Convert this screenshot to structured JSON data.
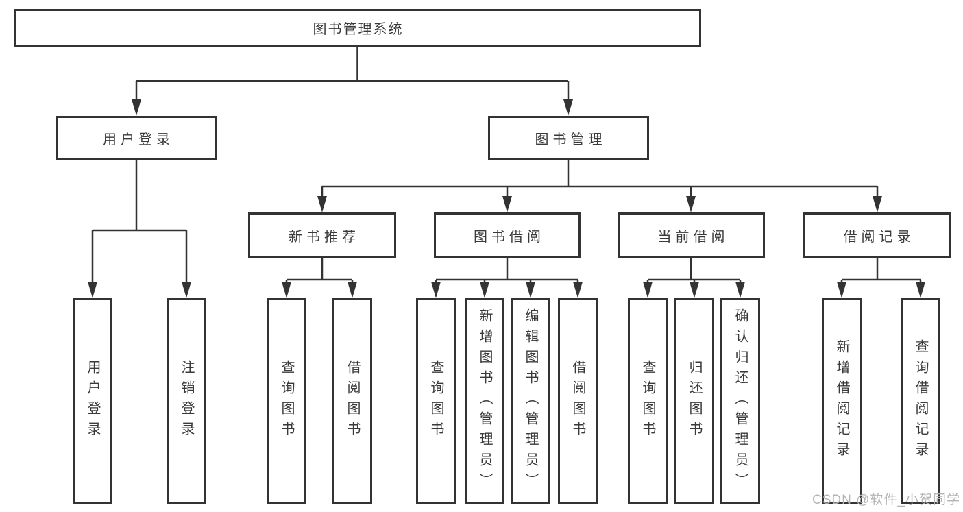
{
  "tree": {
    "root": {
      "label": "图书管理系统"
    },
    "children": [
      {
        "label": "用户登录",
        "children": [
          {
            "label": "用户登录"
          },
          {
            "label": "注销登录"
          }
        ]
      },
      {
        "label": "图书管理",
        "children": [
          {
            "label": "新书推荐",
            "children": [
              {
                "label": "查询图书"
              },
              {
                "label": "借阅图书"
              }
            ]
          },
          {
            "label": "图书借阅",
            "children": [
              {
                "label": "查询图书"
              },
              {
                "label": "新增图书（管理员）"
              },
              {
                "label": "编辑图书（管理员）"
              },
              {
                "label": "借阅图书"
              }
            ]
          },
          {
            "label": "当前借阅",
            "children": [
              {
                "label": "查询图书"
              },
              {
                "label": "归还图书"
              },
              {
                "label": "确认归还（管理员）"
              }
            ]
          },
          {
            "label": "借阅记录",
            "children": [
              {
                "label": "新增借阅记录"
              },
              {
                "label": "查询借阅记录"
              }
            ]
          }
        ]
      }
    ]
  },
  "watermark": "CSDN @软件_小贺同学",
  "colors": {
    "line": "#333333",
    "text": "#3a3a3a",
    "watermark": "#b4b4b4",
    "background": "#ffffff"
  }
}
